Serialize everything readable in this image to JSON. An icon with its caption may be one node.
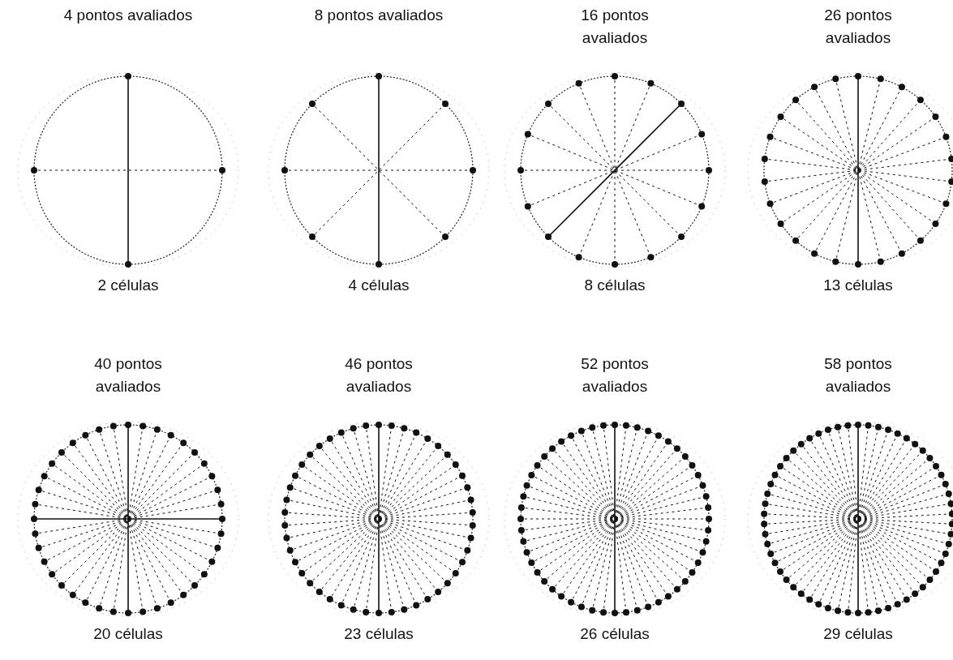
{
  "diagram": {
    "labels": [
      "4 pontos avaliados",
      "8 pontos avaliados",
      "16 pontos avaliados",
      "26 pontos avaliados",
      "2 células",
      "4 células",
      "8 células",
      "13 células",
      "40 pontos avaliados",
      "46 pontos avaliados",
      "52 pontos avaliados",
      "58 pontos avaliados",
      "20 células",
      "23 células",
      "26 células",
      "29 células"
    ]
  }
}
